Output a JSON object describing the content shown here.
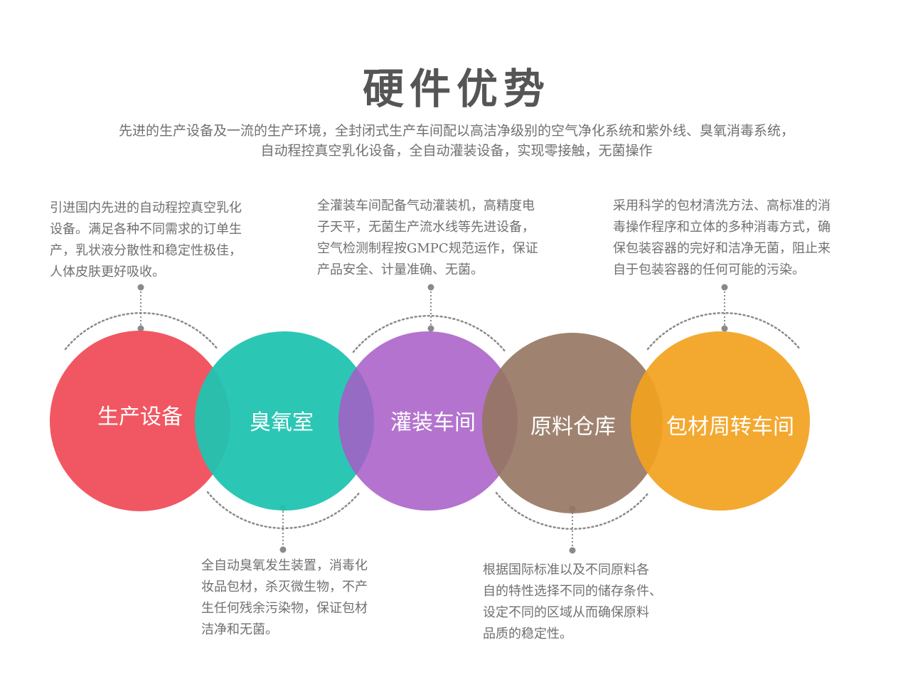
{
  "header": {
    "title": "硬件优势",
    "intro_line1": "先进的生产设备及一流的生产环境，全封闭式生产车间配以高洁净级别的空气净化系统和紫外线、臭氧消毒系统，",
    "intro_line2": "自动程控真空乳化设备，全自动灌装设备，实现零接触，无菌操作"
  },
  "colors": {
    "production": "#f04e5a",
    "ozone": "#20c4b0",
    "filling": "#a65cc6",
    "warehouse": "#957561",
    "packaging": "#f2a21e",
    "dotted": "#8a8a8a",
    "text": "#707070"
  },
  "circles": [
    {
      "label": "生产设备"
    },
    {
      "label": "臭氧室"
    },
    {
      "label": "灌装车间"
    },
    {
      "label": "原料仓库"
    },
    {
      "label": "包材周转车间"
    }
  ],
  "descriptions": {
    "production": [
      "引进国内先进的自动程控真空乳化",
      "设备。满足各种不同需求的订单生",
      "产，乳状液分散性和稳定性极佳，",
      "人体皮肤更好吸收。"
    ],
    "filling": [
      "全灌装车间配备气动灌装机，高精度电",
      "子天平，无菌生产流水线等先进设备，",
      "空气检测制程按GMPC规范运作，保证",
      "产品安全、计量准确、无菌。"
    ],
    "packaging": [
      "采用科学的包材清洗方法、高标准的消",
      "毒操作程序和立体的多种消毒方式，确",
      "保包装容器的完好和洁净无菌，阻止来",
      "自于包装容器的任何可能的污染。"
    ],
    "ozone": [
      "全自动臭氧发生装置，消毒化",
      "妆品包材，杀灭微生物，不产",
      "生任何残余污染物，保证包材",
      "洁净和无菌。"
    ],
    "warehouse": [
      "根据国际标准以及不同原料各",
      "自的特性选择不同的储存条件、",
      "设定不同的区域从而确保原料",
      "品质的稳定性。"
    ]
  }
}
